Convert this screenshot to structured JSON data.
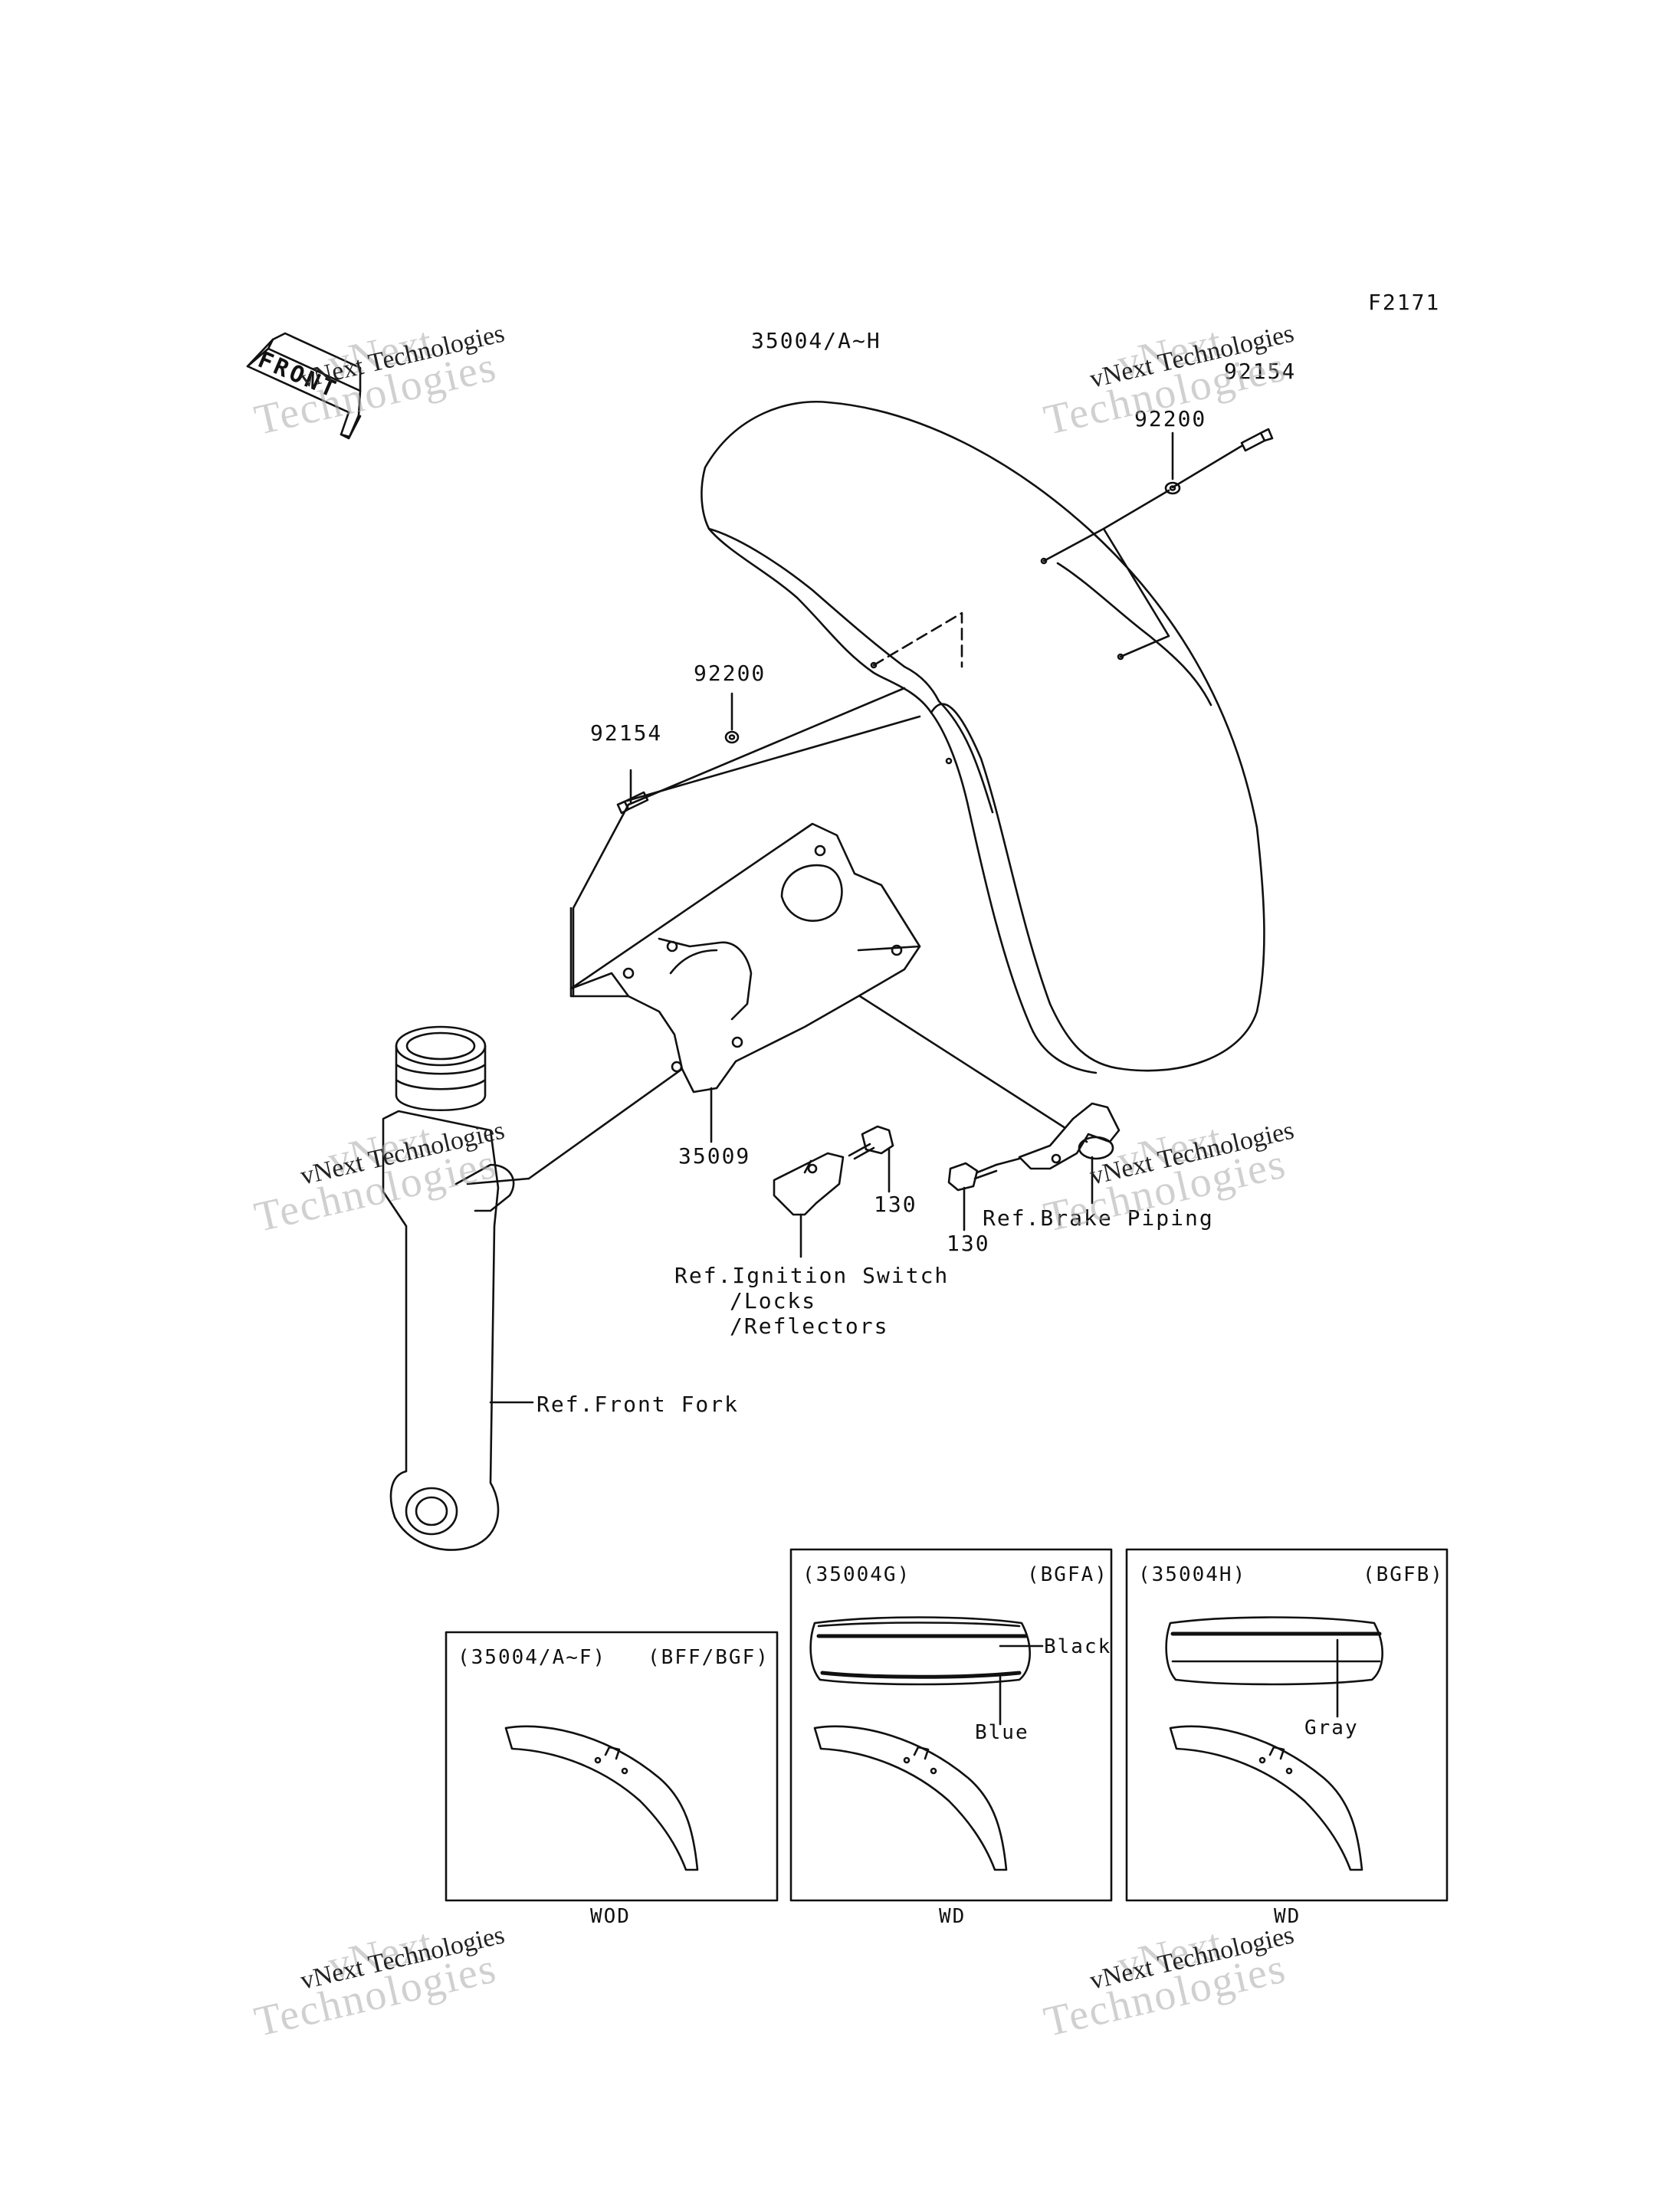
{
  "figure_code": "F2171",
  "front_label": "FRONT",
  "watermark": {
    "line1": "vNext",
    "line2": "vNext Technologies",
    "line3": "Technologies"
  },
  "callouts": {
    "fender": "35004/A~H",
    "bolt_top": "92154",
    "washer_top": "92200",
    "washer_left": "92200",
    "bolt_left": "92154",
    "bracket": "35009",
    "bolt_130_a": "130",
    "bolt_130_b": "130",
    "ref_brake": "Ref.Brake Piping",
    "ref_ignition_1": "Ref.Ignition Switch",
    "ref_ignition_2": "/Locks",
    "ref_ignition_3": "/Reflectors",
    "ref_fork": "Ref.Front Fork"
  },
  "variants": [
    {
      "part": "(35004/A~F)",
      "code": "(BFF/BGF)",
      "footer": "WOD",
      "stripes": []
    },
    {
      "part": "(35004G)",
      "code": "(BGFA)",
      "footer": "WD",
      "stripes": [
        "Black",
        "Blue"
      ]
    },
    {
      "part": "(35004H)",
      "code": "(BGFB)",
      "footer": "WD",
      "stripes": [
        "Gray"
      ]
    }
  ]
}
